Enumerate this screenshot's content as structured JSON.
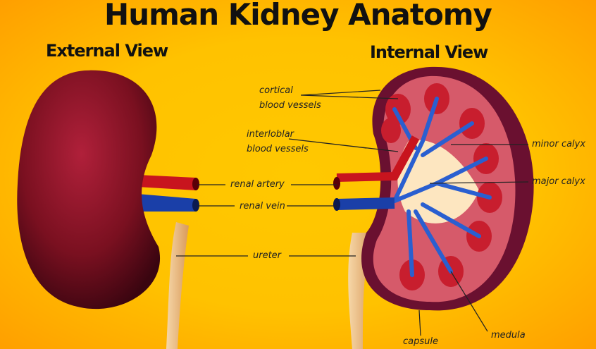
{
  "title": "Human Kidney Anatomy",
  "external_heading": "External View",
  "internal_heading": "Internal View",
  "labels": {
    "cortical_1": "cortical",
    "cortical_2": "blood vessels",
    "interlobar_1": "interloblar",
    "interlobar_2": "blood vessels",
    "renal_artery": "renal artery",
    "renal_vein": "renal vein",
    "ureter": "ureter",
    "minor_calyx": "minor calyx",
    "major_calyx": "major calyx",
    "capsule": "capsule",
    "medula": "medula"
  },
  "colors": {
    "background": "#ffc200",
    "kidney": "#7a1020",
    "artery": "#c8141e",
    "vein": "#1a3fa8",
    "ureter": "#e8b070"
  }
}
